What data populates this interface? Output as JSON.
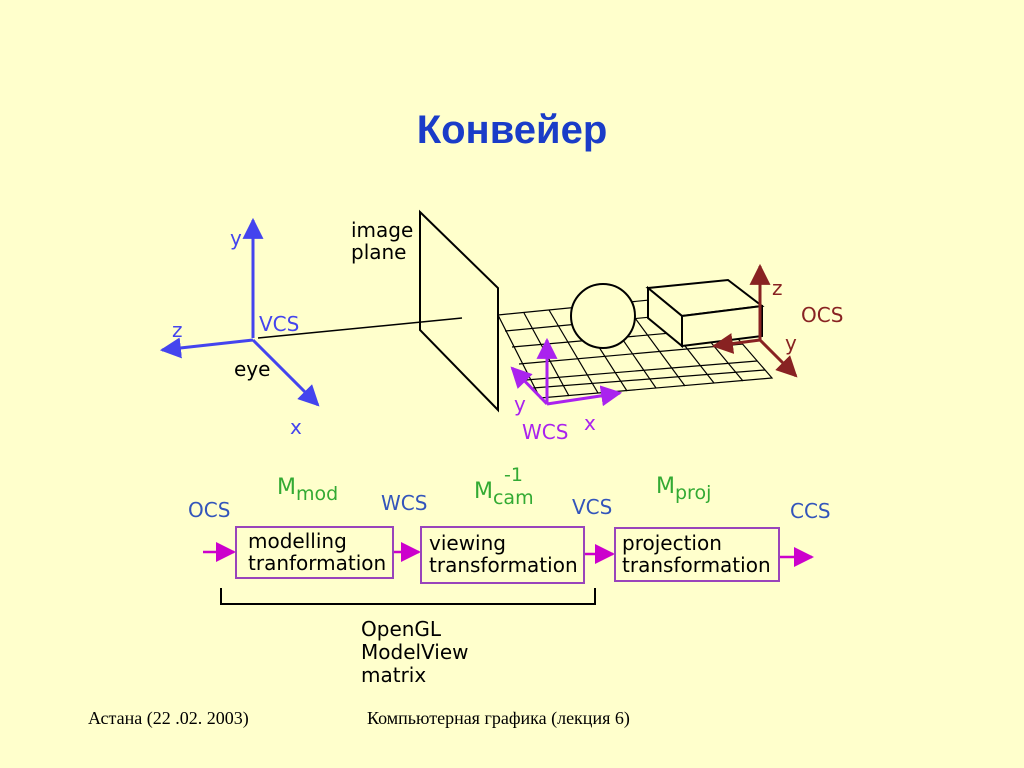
{
  "slide": {
    "title": "Конвейер",
    "footer_left": "Астана (22 .02. 2003)",
    "footer_center": "Компьютерная графика (лекция 6)"
  },
  "scene": {
    "image_plane_line1": "image",
    "image_plane_line2": "plane",
    "eye": "eye",
    "vcs": "VCS",
    "vcs_x": "x",
    "vcs_y": "y",
    "vcs_z": "z",
    "wcs": "WCS",
    "wcs_x": "x",
    "wcs_y": "y",
    "ocs": "OCS",
    "ocs_y": "y",
    "ocs_z": "z"
  },
  "pipeline": {
    "spaces": [
      "OCS",
      "WCS",
      "VCS",
      "CCS"
    ],
    "matrices": [
      {
        "base": "M",
        "sub": "mod",
        "sup": ""
      },
      {
        "base": "M",
        "sub": "cam",
        "sup": "-1"
      },
      {
        "base": "M",
        "sub": "proj",
        "sup": ""
      }
    ],
    "boxes": [
      {
        "line1": "modelling",
        "line2": "tranformation"
      },
      {
        "line1": "viewing",
        "line2": "transformation"
      },
      {
        "line1": "projection",
        "line2": "transformation"
      }
    ],
    "bracket_label": [
      "OpenGL",
      "ModelView",
      "matrix"
    ]
  },
  "colors": {
    "title": "#1a3cc8",
    "vcs_axes": "#4444ee",
    "wcs_axes": "#aa22ee",
    "ocs_axes": "#882222",
    "matrix_label": "#33aa33",
    "space_label": "#3355bb",
    "box_border": "#9944bb",
    "arrow": "#cc00cc"
  }
}
